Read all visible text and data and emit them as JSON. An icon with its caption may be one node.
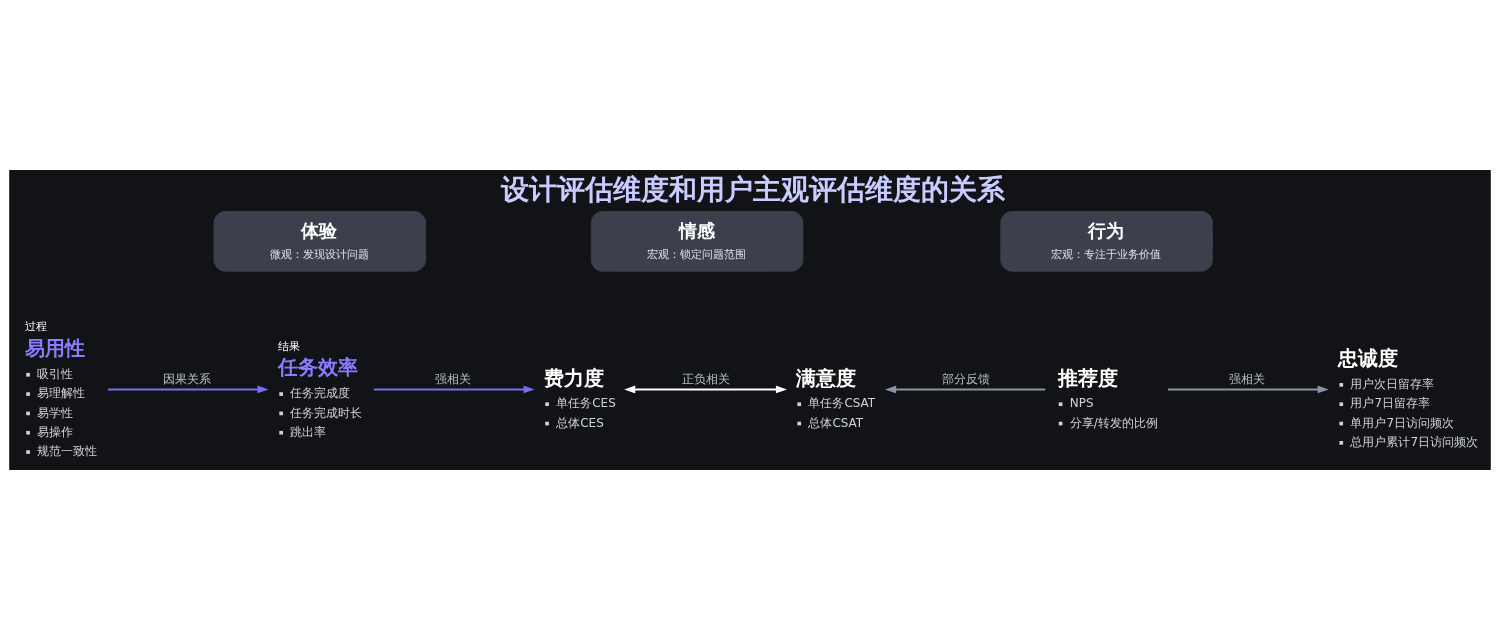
{
  "diagram": {
    "title": "设计评估维度和用户主观评估维度的关系",
    "nodes": [
      {
        "text": [
          "体验",
          "微观：发现设计问题"
        ]
      },
      {
        "text": [
          "情感",
          "宏观：锁定问题范围"
        ]
      },
      {
        "text": [
          "行为",
          "宏观：专注于业务价值"
        ]
      },
      {
        "text": [
          "过程",
          "易用性",
          "吸引性",
          "易理解性",
          "易学性",
          "易操作",
          "规范一致性"
        ]
      },
      {
        "text": [
          "结果",
          "任务效率",
          "任务完成度",
          "任务完成时长",
          "跳出率"
        ]
      },
      {
        "text": [
          "费力度",
          "单任务CES",
          "总体CES"
        ]
      },
      {
        "text": [
          "满意度",
          "单任务CSAT",
          "总体CSAT"
        ]
      },
      {
        "text": [
          "推荐度",
          "NPS",
          "分享/转发的比例"
        ]
      },
      {
        "text": [
          "忠诚度",
          "用户次日留存率",
          "用户7日留存率",
          "单用户7日访问频次",
          "总用户累计7日访问频次"
        ]
      }
    ],
    "edges": [
      {
        "from": 3,
        "to": 4,
        "arrow": "to",
        "label": "因果关系",
        "color": "#7b6cf6"
      },
      {
        "from": 4,
        "to": 5,
        "arrow": "to",
        "label": "强相关",
        "color": "#7b6cf6"
      },
      {
        "from": 5,
        "to": 6,
        "arrow": "both",
        "label": "正负相关",
        "color": "#ffffff"
      },
      {
        "from": 7,
        "to": 6,
        "arrow": "to",
        "label": "部分反馈",
        "color": "#8a93a8"
      },
      {
        "from": 7,
        "to": 8,
        "arrow": "to",
        "label": "强相关",
        "color": "#8a93a8"
      }
    ]
  }
}
